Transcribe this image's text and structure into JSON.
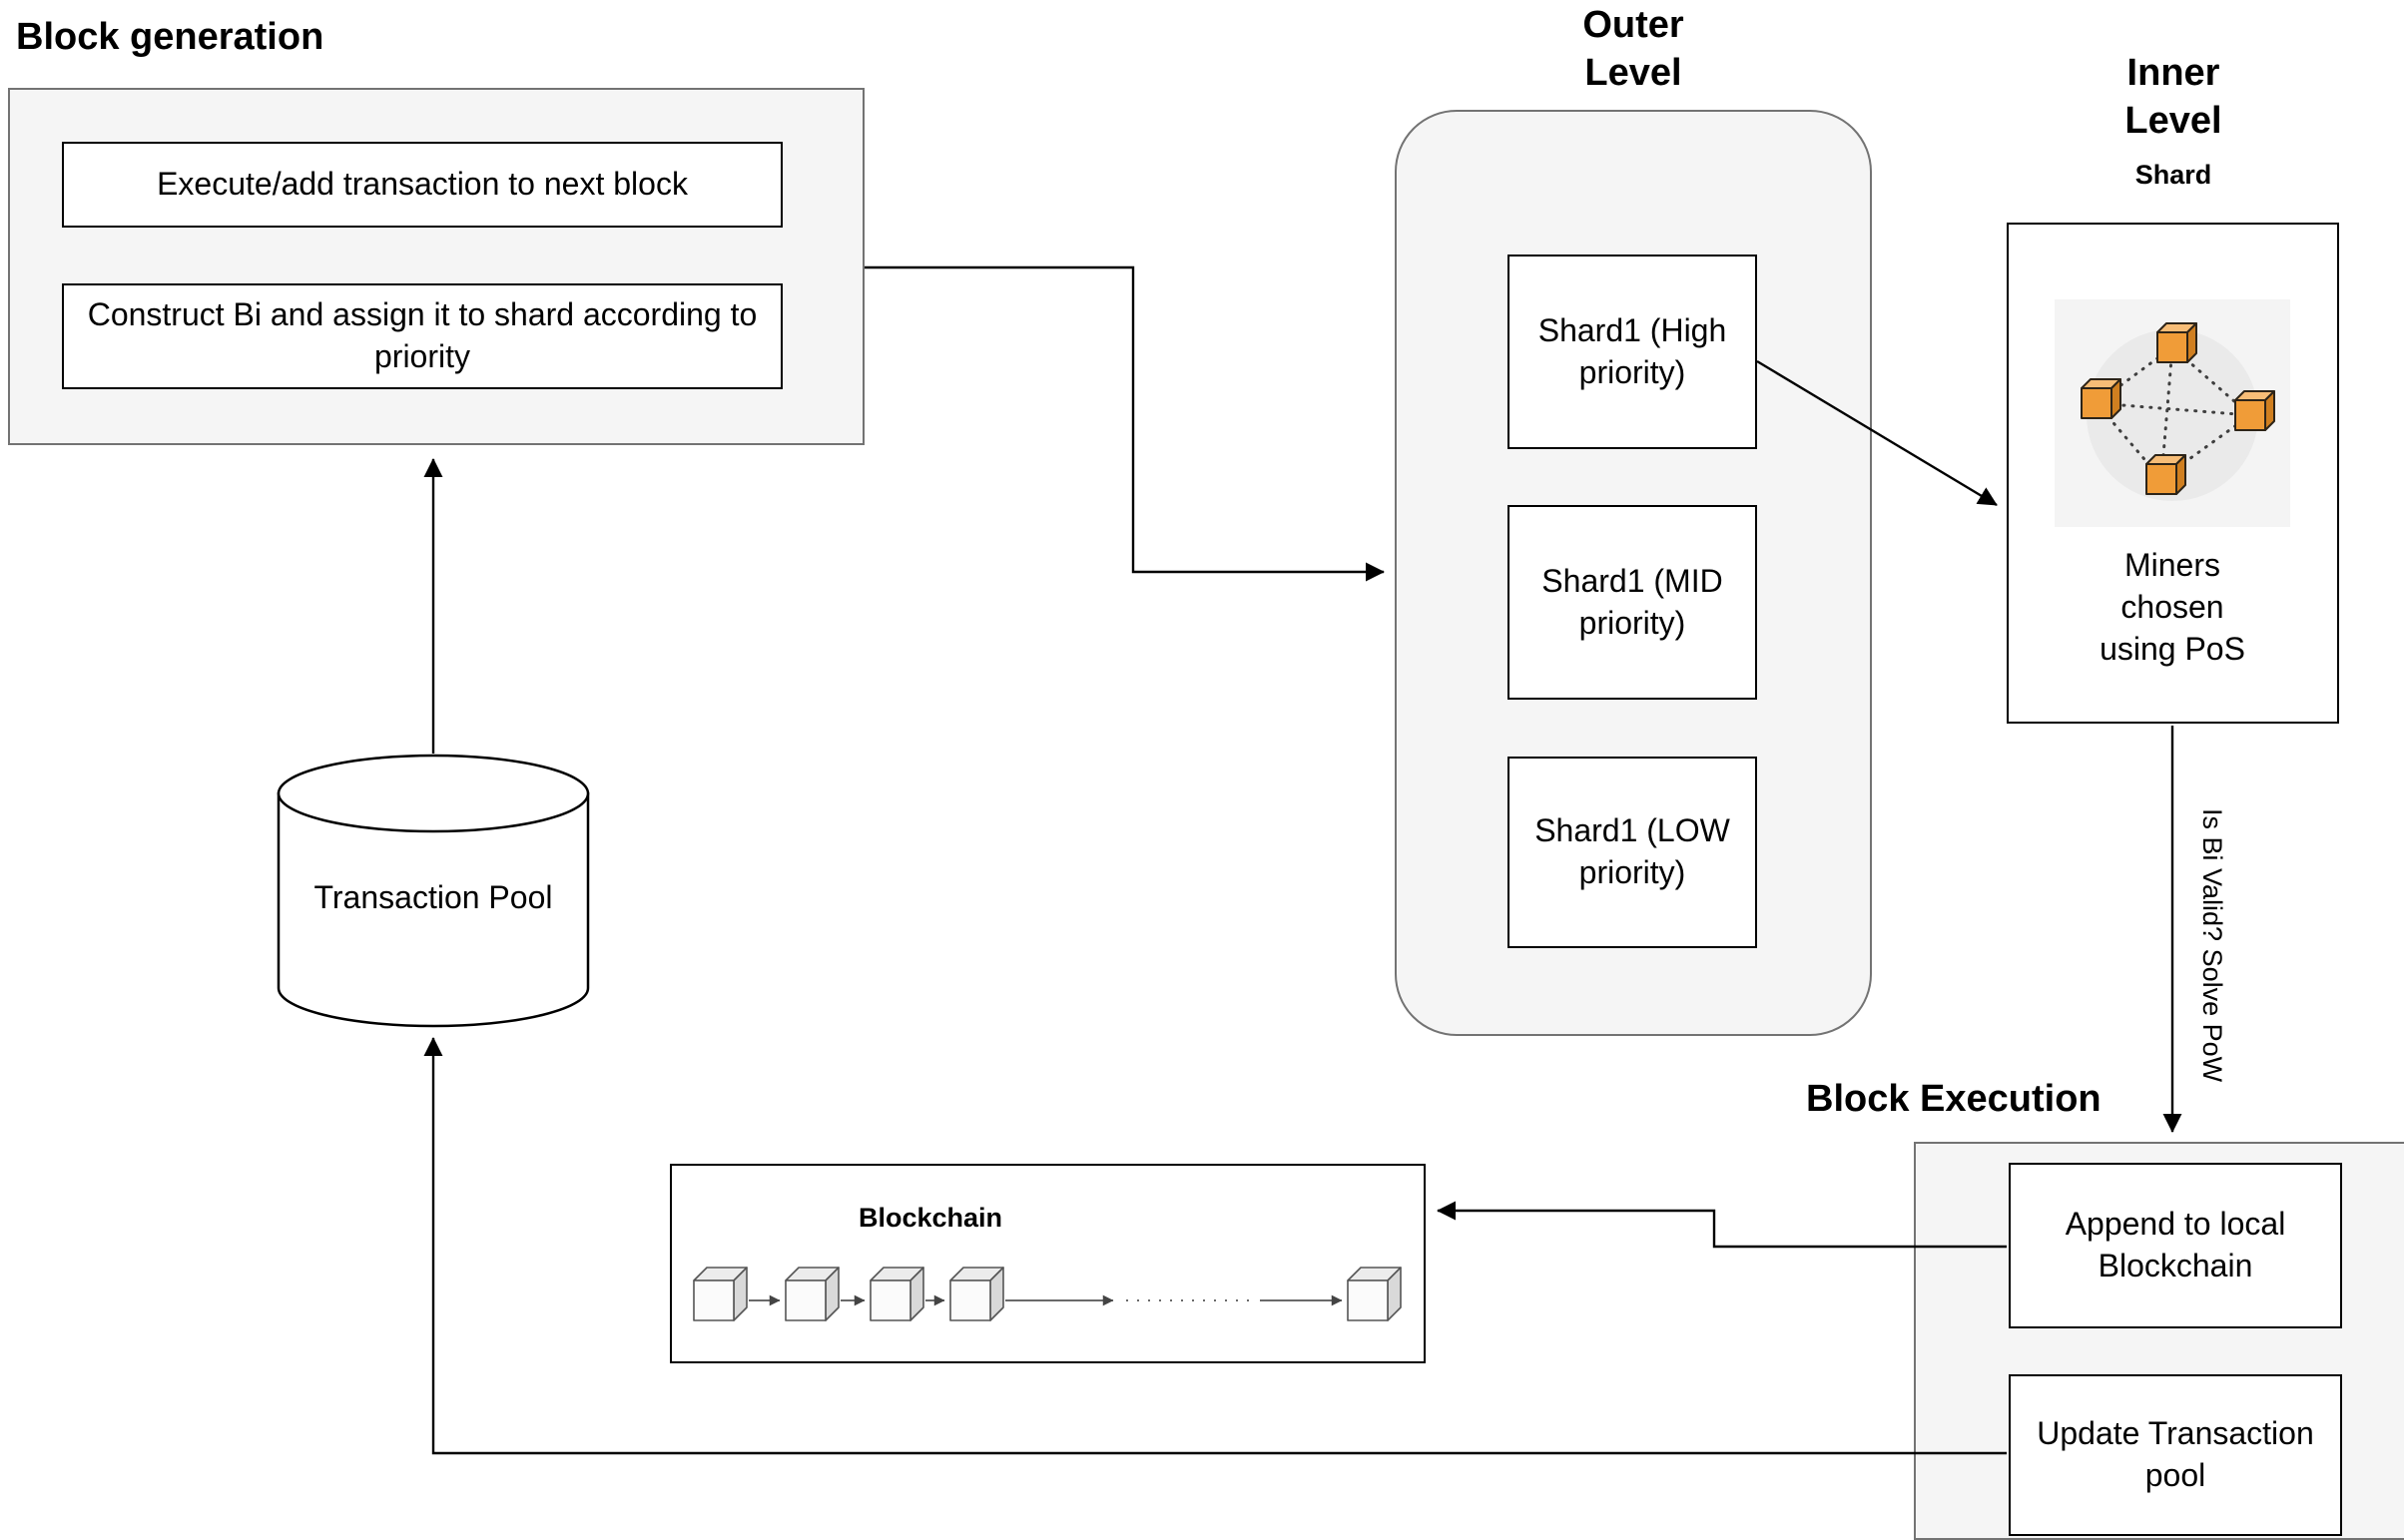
{
  "block_generation": {
    "title": "Block generation",
    "steps": [
      "Execute/add transaction to next block",
      "Construct Bi and assign it to shard according to priority"
    ]
  },
  "transaction_pool": {
    "label": "Transaction Pool"
  },
  "outer_level": {
    "title": "Outer Level",
    "shards": [
      "Shard1 (High priority)",
      "Shard1 (MID priority)",
      "Shard1 (LOW priority)"
    ]
  },
  "inner_level": {
    "title": "Inner Level",
    "sublabel": "Shard",
    "caption": "Miners chosen using PoS",
    "icon": "miners-network-cubes-icon"
  },
  "pow_label": "Is Bi Valid? Solve PoW",
  "block_execution": {
    "title": "Block Execution",
    "steps": [
      "Append to local Blockchain",
      "Update Transaction pool"
    ]
  },
  "blockchain": {
    "label": "Blockchain",
    "icon": "linked-cubes-chain-icon"
  },
  "colors": {
    "container_fill": "#f5f5f5",
    "box_border": "#000000",
    "cube_orange": "#f09c38",
    "cube_orange_light": "#f7bd77",
    "cube_orange_dark": "#d07f20"
  }
}
